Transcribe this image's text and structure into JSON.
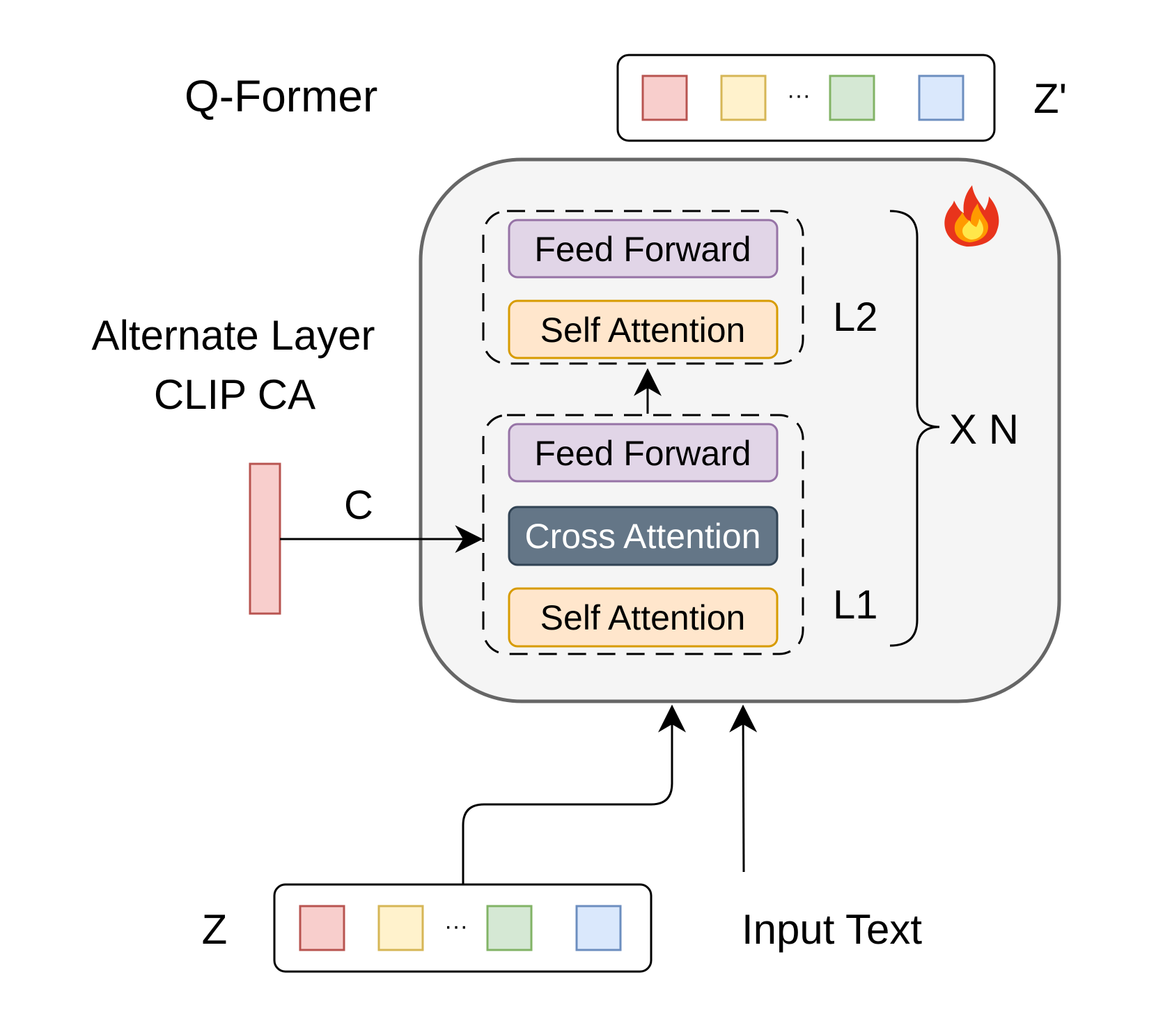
{
  "title": "Q-Former",
  "output_label": "Z'",
  "input_label": "Z",
  "ellipsis": "···",
  "token_colors": [
    {
      "fill": "#f8cecc",
      "stroke": "#b85450"
    },
    {
      "fill": "#fff2cc",
      "stroke": "#d6b656"
    },
    {
      "fill": "#d5e8d4",
      "stroke": "#82b366"
    },
    {
      "fill": "#dae8fc",
      "stroke": "#6c8ebf"
    }
  ],
  "side_label": {
    "line1": "Alternate Layer",
    "line2": "CLIP CA"
  },
  "condition_label": "C",
  "repeat_label": "X N",
  "input_text_label": "Input Text",
  "fire_icon": "fire-icon",
  "layer2": {
    "label": "L2",
    "blocks": [
      {
        "text": "Feed Forward",
        "kind": "ff"
      },
      {
        "text": "Self Attention",
        "kind": "sa"
      }
    ]
  },
  "layer1": {
    "label": "L1",
    "blocks": [
      {
        "text": "Feed Forward",
        "kind": "ff"
      },
      {
        "text": "Cross Attention",
        "kind": "ca"
      },
      {
        "text": "Self Attention",
        "kind": "sa"
      }
    ]
  },
  "colors": {
    "ff": {
      "fill": "#e1d5e7",
      "stroke": "#9673a6",
      "text": "#000000"
    },
    "sa": {
      "fill": "#ffe6cc",
      "stroke": "#d79b00",
      "text": "#000000"
    },
    "ca": {
      "fill": "#647687",
      "stroke": "#314354",
      "text": "#ffffff"
    },
    "container_fill": "#f5f5f5",
    "container_stroke": "#666666",
    "condition_fill": "#f8cecc",
    "condition_stroke": "#b85450"
  }
}
